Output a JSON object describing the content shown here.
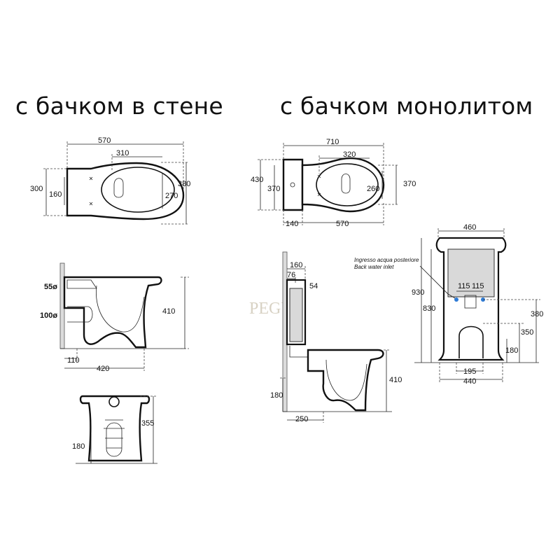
{
  "titles": {
    "wall_tank": "с бачком в стене",
    "monolith_tank": "с бачком монолитом"
  },
  "watermark": "PEGU",
  "annotations": {
    "water_inlet_it": "Ingresso acqua posteriore",
    "water_inlet_en": "Back water inlet"
  },
  "dimensions": {
    "wall_top": {
      "length": "570",
      "seat": "310",
      "width": "300",
      "holes": "160",
      "width_outer": "380",
      "bowl": "270"
    },
    "wall_side": {
      "pipe_top": "55ø",
      "pipe_outlet": "100ø",
      "outlet_from_wall": "110",
      "depth": "420",
      "height": "410"
    },
    "wall_front": {
      "outlet_height": "180",
      "inlet_height": "355"
    },
    "mono_top": {
      "length": "710",
      "seat": "320",
      "tank_width": "430",
      "tank_inner": "370",
      "bowl": "260",
      "width_outer": "370",
      "tank_depth": "140",
      "bowl_length": "570"
    },
    "mono_side": {
      "tank_depth": "160",
      "offset": "76",
      "pipe": "54",
      "outlet_height": "180",
      "outlet_from_wall": "250",
      "height": "410"
    },
    "mono_front": {
      "width": "460",
      "inlet_left": "115",
      "inlet_right": "115",
      "total_height": "930",
      "tank_height": "830",
      "inlet_height": "380",
      "outlet_height": "350",
      "base_height": "180",
      "foot_inner": "195",
      "foot_outer": "440"
    }
  }
}
